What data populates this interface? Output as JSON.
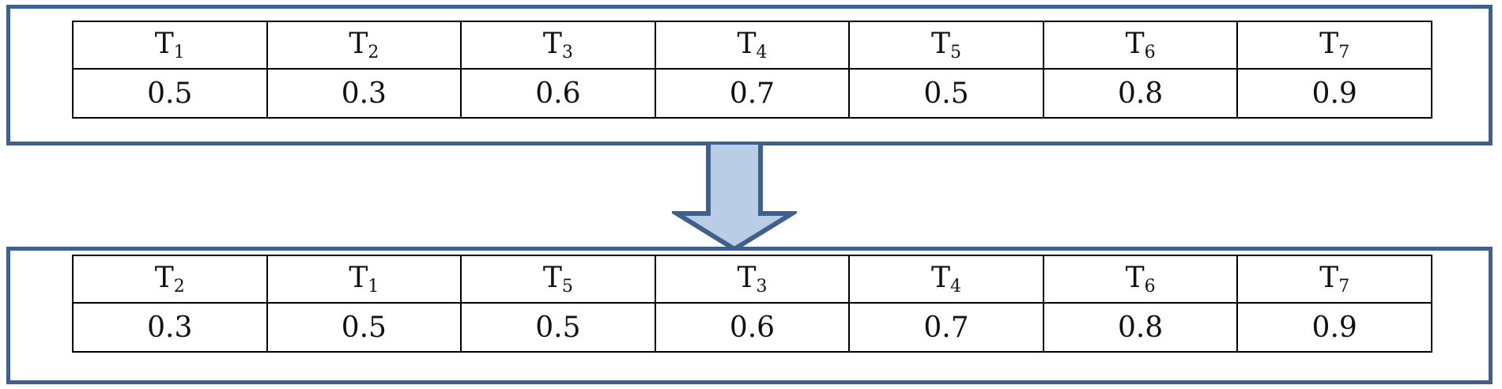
{
  "before": {
    "tasks": [
      {
        "name": "T",
        "sub": "1",
        "value": "0.5"
      },
      {
        "name": "T",
        "sub": "2",
        "value": "0.3"
      },
      {
        "name": "T",
        "sub": "3",
        "value": "0.6"
      },
      {
        "name": "T",
        "sub": "4",
        "value": "0.7"
      },
      {
        "name": "T",
        "sub": "5",
        "value": "0.5"
      },
      {
        "name": "T",
        "sub": "6",
        "value": "0.8"
      },
      {
        "name": "T",
        "sub": "7",
        "value": "0.9"
      }
    ]
  },
  "after": {
    "tasks": [
      {
        "name": "T",
        "sub": "2",
        "value": "0.3"
      },
      {
        "name": "T",
        "sub": "1",
        "value": "0.5"
      },
      {
        "name": "T",
        "sub": "5",
        "value": "0.5"
      },
      {
        "name": "T",
        "sub": "3",
        "value": "0.6"
      },
      {
        "name": "T",
        "sub": "4",
        "value": "0.7"
      },
      {
        "name": "T",
        "sub": "6",
        "value": "0.8"
      },
      {
        "name": "T",
        "sub": "7",
        "value": "0.9"
      }
    ]
  },
  "colors": {
    "panel_border": "#3f5f8c",
    "arrow_fill": "#b9cde5",
    "arrow_stroke": "#3f5f8c",
    "grid_line": "#000000"
  },
  "icons": {
    "arrow": "down-arrow-icon"
  }
}
